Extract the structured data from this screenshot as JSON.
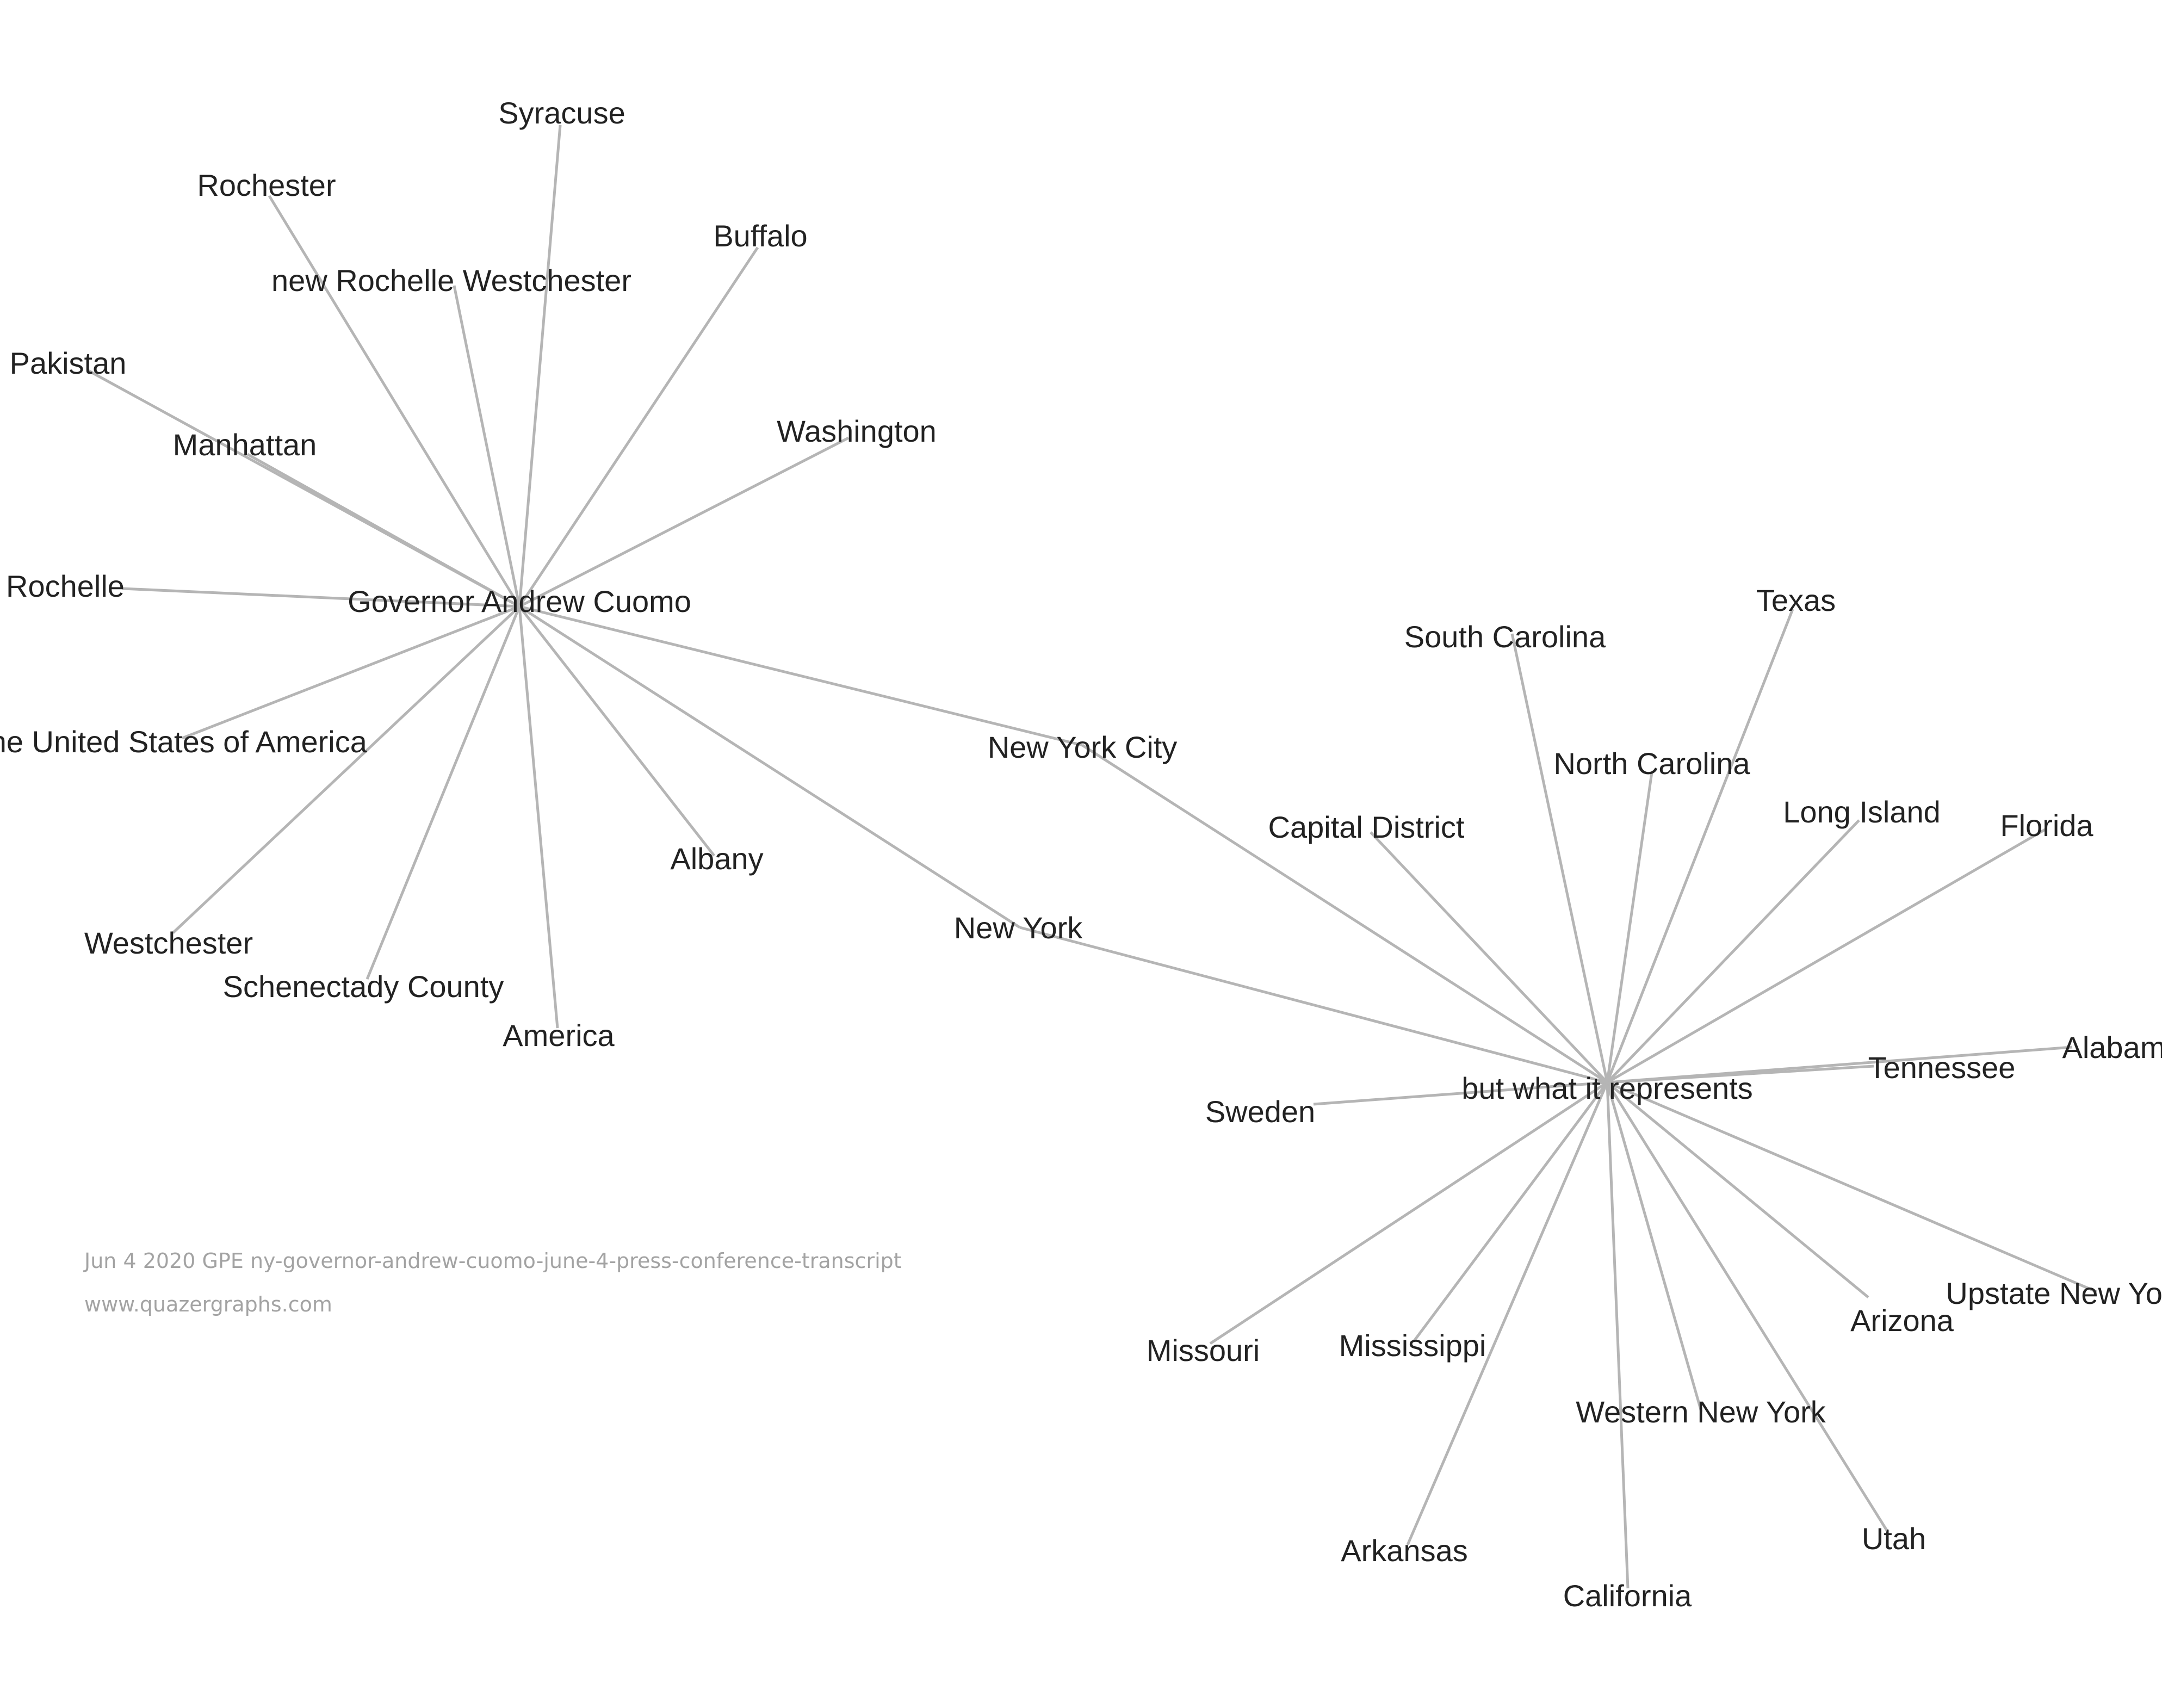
{
  "graph": {
    "hubs": [
      {
        "label": "Governor Andrew Cuomo",
        "connections": [
          "Syracuse",
          "Rochester",
          "new Rochelle Westchester",
          "Buffalo",
          "Pakistan",
          "Manhattan",
          "Washington",
          "Rochelle",
          "the United States of America",
          "Westchester",
          "Schenectady County",
          "America",
          "Albany",
          "New York",
          "New York City"
        ]
      },
      {
        "label": "but what it represents",
        "connections": [
          "New York City",
          "New York",
          "South Carolina",
          "Texas",
          "North Carolina",
          "Capital District",
          "Long Island",
          "Florida",
          "Tennessee",
          "Alabama",
          "Sweden",
          "Missouri",
          "Mississippi",
          "Arkansas",
          "California",
          "Western New York",
          "Utah",
          "Arizona",
          "Upstate New York"
        ]
      }
    ]
  },
  "caption": {
    "title": "Jun 4 2020 GPE ny-governor-andrew-cuomo-june-4-press-conference-transcript",
    "site": "www.quazergraphs.com"
  }
}
